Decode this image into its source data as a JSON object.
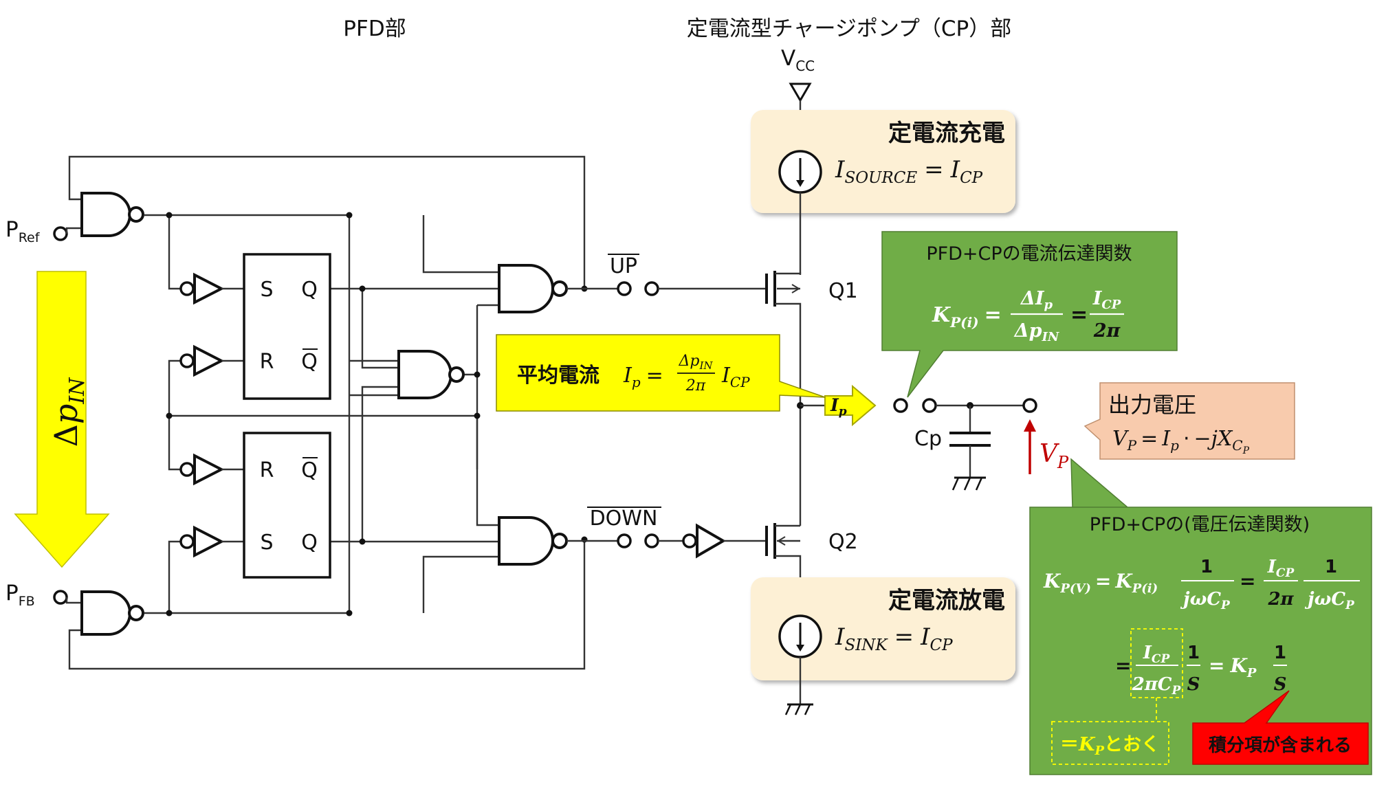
{
  "titles": {
    "pfd": "PFD部",
    "cp": "定電流型チャージポンプ（CP）部"
  },
  "supply": {
    "vcc_main": "V",
    "vcc_sub": "CC"
  },
  "inputs": {
    "pref_main": "P",
    "pref_sub": "Ref",
    "pfb_main": "P",
    "pfb_sub": "FB"
  },
  "flipflops": {
    "ff1": {
      "s": "S",
      "q": "Q",
      "r": "R",
      "qbar": "Q"
    },
    "ff2": {
      "r": "R",
      "qbar": "Q",
      "s": "S",
      "q": "Q"
    }
  },
  "signals": {
    "up": "UP",
    "down": "DOWN"
  },
  "transistors": {
    "q1": "Q1",
    "q2": "Q2"
  },
  "capacitor": "Cp",
  "delta_arrow": {
    "delta": "Δ",
    "p": "p",
    "sub": "IN"
  },
  "source_box": {
    "title": "定電流充電",
    "eq_lhs": "I",
    "eq_lhs_sub": "SOURCE",
    "eq_eq": "=",
    "eq_rhs": "I",
    "eq_rhs_sub": "CP"
  },
  "sink_box": {
    "title": "定電流放電",
    "eq_lhs": "I",
    "eq_lhs_sub": "SINK",
    "eq_eq": "=",
    "eq_rhs": "I",
    "eq_rhs_sub": "CP"
  },
  "avg_box": {
    "label": "平均電流",
    "ip": "I",
    "ip_sub": "p",
    "eq": "=",
    "num": "Δp",
    "num_sub": "IN",
    "den": "2π",
    "icp": "I",
    "icp_sub": "CP"
  },
  "ip_arrow": {
    "main": "I",
    "sub": "p"
  },
  "current_tf": {
    "title": "PFD+CPの電流伝達関数",
    "k": "K",
    "k_sub": "P(i)",
    "eq1": "=",
    "frac1_num": "ΔI",
    "frac1_num_sub": "p",
    "frac1_den": "Δp",
    "frac1_den_sub": "IN",
    "eq2": "=",
    "frac2_num": "I",
    "frac2_num_sub": "CP",
    "frac2_den": "2π"
  },
  "output_box": {
    "title": "出力電圧",
    "v": "V",
    "v_sub": "P",
    "eq": "=",
    "ip": "I",
    "ip_sub": "p",
    "dot": "·",
    "rest": "−jX",
    "rest_sub": "C",
    "rest_subsub": "P"
  },
  "vp_label": {
    "main": "V",
    "sub": "P"
  },
  "voltage_tf": {
    "title": "PFD+CPの(電圧伝達関数)",
    "line1": {
      "k": "K",
      "k_sub": "P(V)",
      "eq": "=",
      "k2": "K",
      "k2_sub": "P(i)",
      "f1_num": "1",
      "f1_den": "jωC",
      "f1_den_sub": "P",
      "eq2": "=",
      "f2_num": "I",
      "f2_num_sub": "CP",
      "f2_den": "2π",
      "f3_num": "1",
      "f3_den": "jωC",
      "f3_den_sub": "P"
    },
    "line2": {
      "eq": "=",
      "f1_num": "I",
      "f1_num_sub": "CP",
      "f1_den": "2πC",
      "f1_den_sub": "P",
      "f2_num": "1",
      "f2_den": "S",
      "eq2": "=",
      "k": "K",
      "k_sub": "P",
      "f3_num": "1",
      "f3_den": "S"
    },
    "note_kp": "＝",
    "note_kp_k": "K",
    "note_kp_sub": "P",
    "note_kp_rest": "とおく",
    "note_integral": "積分項が含まれる"
  },
  "colors": {
    "yellow": "#ffff00",
    "green": "#70ad47",
    "peach": "#f8cbad",
    "cream": "#fdf0d5",
    "red": "#ff0000",
    "vp_red": "#c00000"
  }
}
